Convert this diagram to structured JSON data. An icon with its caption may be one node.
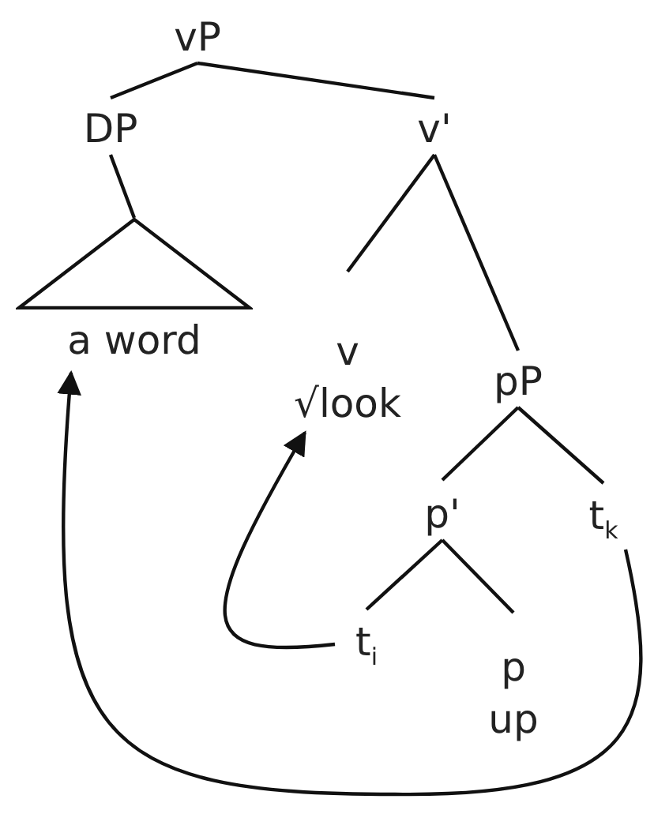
{
  "diagram": {
    "nodes": [
      {
        "text": [
          "vP"
        ]
      },
      {
        "text": [
          "DP"
        ]
      },
      {
        "text": [
          "v'"
        ]
      },
      {
        "text": [
          "a word"
        ]
      },
      {
        "text": [
          "v",
          "√look"
        ]
      },
      {
        "text": [
          "pP"
        ]
      },
      {
        "text": [
          "p'"
        ]
      },
      {
        "text": [
          "t$_{k}$"
        ]
      },
      {
        "text": [
          "t$_{i}$"
        ]
      },
      {
        "text": [
          "p",
          "up"
        ]
      }
    ],
    "edges": [
      {
        "from": 0,
        "to": 1,
        "arrow": "none"
      },
      {
        "from": 0,
        "to": 2,
        "arrow": "none"
      },
      {
        "from": 1,
        "to": 3,
        "arrow": "none"
      },
      {
        "from": 2,
        "to": 4,
        "arrow": "none"
      },
      {
        "from": 2,
        "to": 5,
        "arrow": "none"
      },
      {
        "from": 5,
        "to": 6,
        "arrow": "none"
      },
      {
        "from": 5,
        "to": 7,
        "arrow": "none"
      },
      {
        "from": 6,
        "to": 8,
        "arrow": "none"
      },
      {
        "from": 6,
        "to": 9,
        "arrow": "none"
      },
      {
        "from": 8,
        "to": 4,
        "arrow": "to"
      },
      {
        "from": 7,
        "to": 3,
        "arrow": "to"
      }
    ]
  }
}
